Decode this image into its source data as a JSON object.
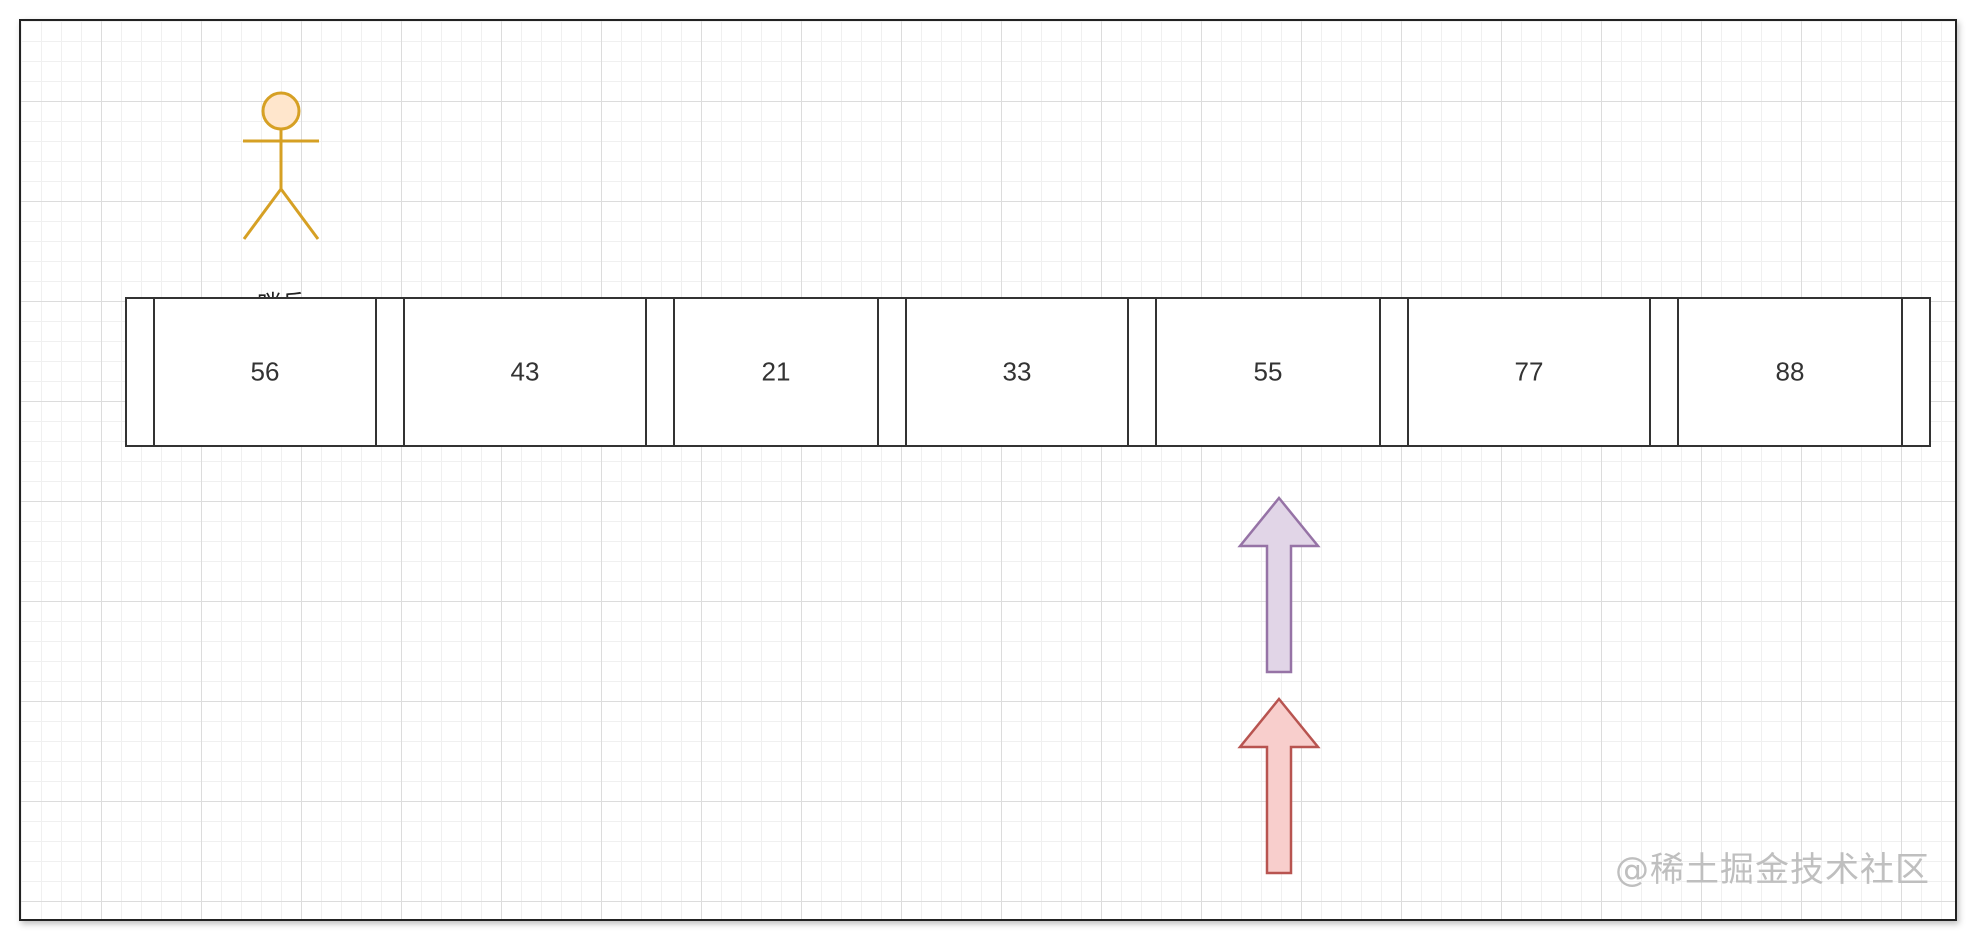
{
  "sentinel": {
    "label": "哨兵",
    "icon": "stick-figure-icon",
    "stroke_color": "#d6a024",
    "fill_color": "#ffe6cc"
  },
  "array": {
    "values": [
      "56",
      "43",
      "21",
      "33",
      "55",
      "77",
      "88"
    ]
  },
  "pointers": [
    {
      "name": "purple-arrow",
      "icon": "up-arrow-icon",
      "fill": "#e1d5e7",
      "stroke": "#9673a6"
    },
    {
      "name": "red-arrow",
      "icon": "up-arrow-icon",
      "fill": "#f8cecc",
      "stroke": "#b85450"
    }
  ],
  "watermark": "@稀土掘金技术社区"
}
